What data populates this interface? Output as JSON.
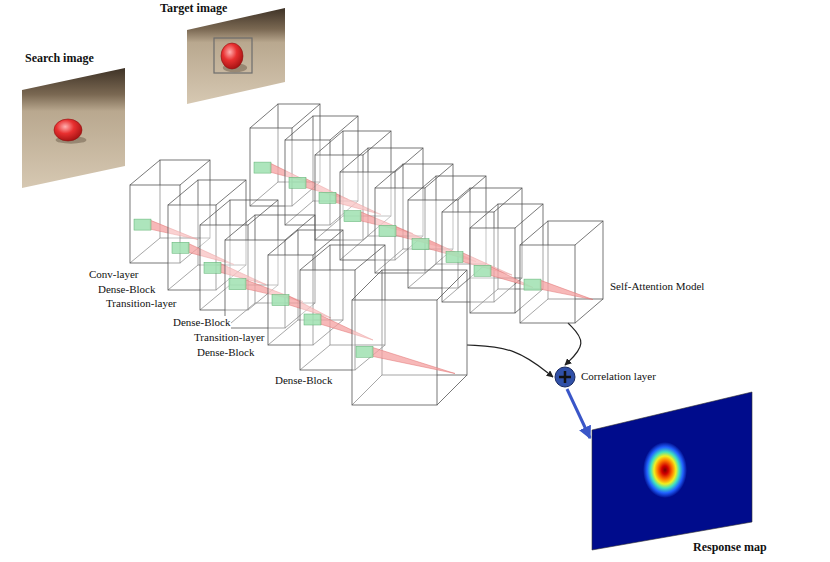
{
  "diagram": {
    "nodes": [
      {
        "text": [
          "Target image"
        ]
      },
      {
        "text": [
          "Search image"
        ]
      },
      {
        "text": [
          "Self-Attention Model"
        ]
      },
      {
        "text": [
          "Dense-Block"
        ]
      },
      {
        "text": [
          "Correlation layer"
        ]
      },
      {
        "text": [
          "Response map"
        ]
      }
    ],
    "edges": [
      {
        "from": 3,
        "to": 4,
        "arrow": "to"
      },
      {
        "from": 2,
        "to": 4,
        "arrow": "to"
      },
      {
        "from": 4,
        "to": 5,
        "arrow": "to"
      }
    ],
    "labels": [
      "Conv-layer",
      "Dense-Block",
      "Transition-layer",
      "Dense-Block",
      "Transition-layer",
      "Dense-Block"
    ]
  }
}
